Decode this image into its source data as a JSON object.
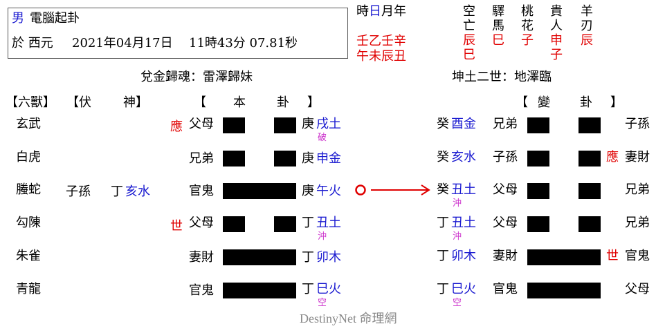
{
  "header": {
    "gender": "男",
    "title": "電腦起卦",
    "date_prefix": "於 西元",
    "date": "2021年04月17日",
    "time": "11時43分 07.81秒"
  },
  "pillars": {
    "labels": [
      "時",
      "日",
      "月",
      "年"
    ],
    "stems": "壬乙壬辛",
    "branches": "午未辰丑"
  },
  "spirits": [
    {
      "name": [
        "空",
        "亡"
      ],
      "values": [
        "辰",
        "巳"
      ]
    },
    {
      "name": [
        "驛",
        "馬"
      ],
      "values": [
        "巳"
      ]
    },
    {
      "name": [
        "桃",
        "花"
      ],
      "values": [
        "子"
      ]
    },
    {
      "name": [
        "貴",
        "人"
      ],
      "values": [
        "申",
        "子"
      ]
    },
    {
      "name": [
        "羊",
        "刃"
      ],
      "values": [
        "辰"
      ]
    }
  ],
  "main_gua_title": "兌金歸魂：雷澤歸妹",
  "changed_gua_title": "坤土二世：地澤臨",
  "headers": {
    "six_beasts": "【六獸】",
    "hidden_open": "【伏",
    "hidden_close": "神】",
    "ben_open": "【",
    "ben_1": "本",
    "ben_2": "卦",
    "ben_close": "】",
    "bian_open": "【",
    "bian_1": "變",
    "bian_2": "卦",
    "bian_close": "】"
  },
  "six_beasts": [
    "玄武",
    "白虎",
    "螣蛇",
    "勾陳",
    "朱雀",
    "青龍"
  ],
  "hidden_spirit": {
    "relation": "子孫",
    "stem": "丁",
    "branch": "亥水"
  },
  "main_lines": [
    {
      "shi_ying": "應",
      "relation": "父母",
      "yin": true,
      "stem": "庚",
      "branch": "戌土",
      "mark": "破"
    },
    {
      "shi_ying": "",
      "relation": "兄弟",
      "yin": true,
      "stem": "庚",
      "branch": "申金",
      "mark": ""
    },
    {
      "shi_ying": "",
      "relation": "官鬼",
      "yin": false,
      "stem": "庚",
      "branch": "午火",
      "mark": "",
      "moving": true
    },
    {
      "shi_ying": "世",
      "relation": "父母",
      "yin": true,
      "stem": "丁",
      "branch": "丑土",
      "mark": "沖"
    },
    {
      "shi_ying": "",
      "relation": "妻財",
      "yin": false,
      "stem": "丁",
      "branch": "卯木",
      "mark": ""
    },
    {
      "shi_ying": "",
      "relation": "官鬼",
      "yin": false,
      "stem": "丁",
      "branch": "巳火",
      "mark": "空"
    }
  ],
  "changed_lines": [
    {
      "stem": "癸",
      "branch": "酉金",
      "mark": "",
      "relation": "兄弟",
      "yin": true,
      "shi_ying": "",
      "relation_right": "子孫"
    },
    {
      "stem": "癸",
      "branch": "亥水",
      "mark": "",
      "relation": "子孫",
      "yin": true,
      "shi_ying": "應",
      "relation_right": "妻財"
    },
    {
      "stem": "癸",
      "branch": "丑土",
      "mark": "沖",
      "relation": "父母",
      "yin": true,
      "shi_ying": "",
      "relation_right": "兄弟"
    },
    {
      "stem": "丁",
      "branch": "丑土",
      "mark": "沖",
      "relation": "父母",
      "yin": true,
      "shi_ying": "",
      "relation_right": "兄弟"
    },
    {
      "stem": "丁",
      "branch": "卯木",
      "mark": "",
      "relation": "妻財",
      "yin": false,
      "shi_ying": "世",
      "relation_right": "官鬼"
    },
    {
      "stem": "丁",
      "branch": "巳火",
      "mark": "空",
      "relation": "官鬼",
      "yin": false,
      "shi_ying": "",
      "relation_right": "父母"
    }
  ],
  "watermark_en": "DestinyNet",
  "watermark_zh": "命理網",
  "colors": {
    "red": "#e00000",
    "blue": "#1a1ad0",
    "mark": "#cc33cc"
  }
}
